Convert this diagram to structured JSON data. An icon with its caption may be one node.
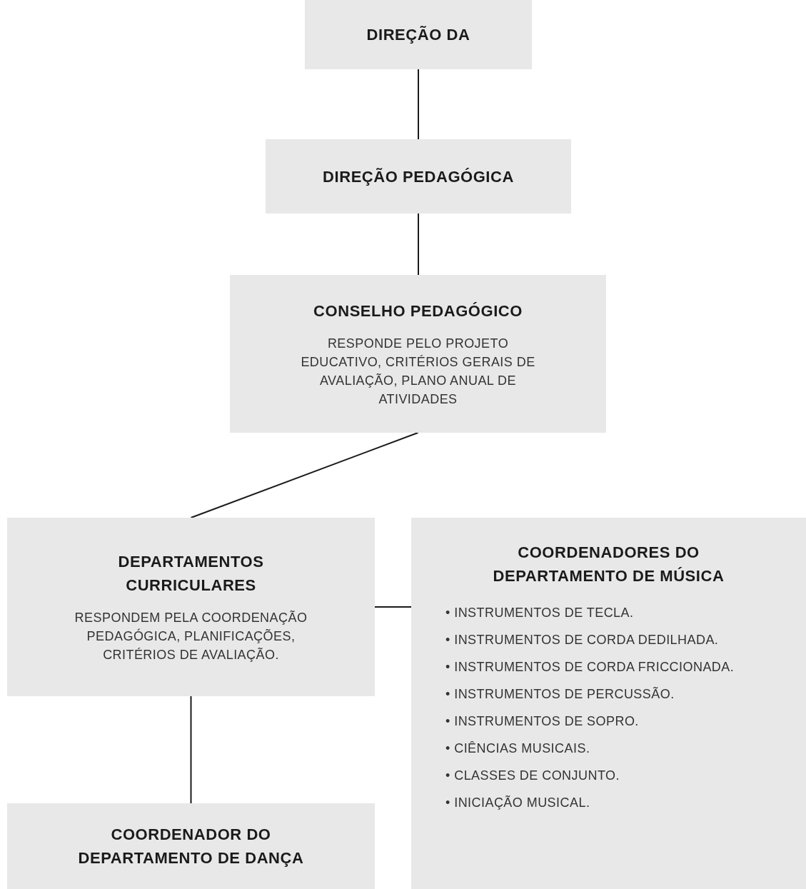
{
  "diagram": {
    "nodes": [
      {
        "text": [
          "DIREÇÃO DA"
        ]
      },
      {
        "text": [
          "DIREÇÃO PEDAGÓGICA"
        ]
      },
      {
        "text": [
          "CONSELHO PEDAGÓGICO",
          "RESPONDE PELO PROJETO EDUCATIVO, CRITÉRIOS GERAIS DE AVALIAÇÃO, PLANO ANUAL DE ATIVIDADES"
        ]
      },
      {
        "text": [
          "DEPARTAMENTOS CURRICULARES",
          "RESPONDEM PELA COORDENAÇÃO PEDAGÓGICA, PLANIFICAÇÕES, CRITÉRIOS DE AVALIAÇÃO."
        ]
      },
      {
        "text": [
          "COORDENADORES DO DEPARTAMENTO DE MÚSICA",
          "• INSTRUMENTOS DE TECLA.",
          "• INSTRUMENTOS DE CORDA DEDILHADA.",
          "• INSTRUMENTOS DE CORDA FRICCIONADA.",
          "• INSTRUMENTOS DE PERCUSSÃO.",
          "• INSTRUMENTOS DE SOPRO.",
          "• CIÊNCIAS MUSICAIS.",
          "• CLASSES DE CONJUNTO.",
          "• INICIAÇÃO MUSICAL."
        ]
      },
      {
        "text": [
          "COORDENADOR DO DEPARTAMENTO DE DANÇA"
        ]
      }
    ],
    "edges": [
      {
        "from": 0,
        "to": 1,
        "arrow": "none"
      },
      {
        "from": 1,
        "to": 2,
        "arrow": "none"
      },
      {
        "from": 2,
        "to": 3,
        "arrow": "none"
      },
      {
        "from": 3,
        "to": 4,
        "arrow": "none"
      },
      {
        "from": 3,
        "to": 5,
        "arrow": "none"
      }
    ]
  }
}
